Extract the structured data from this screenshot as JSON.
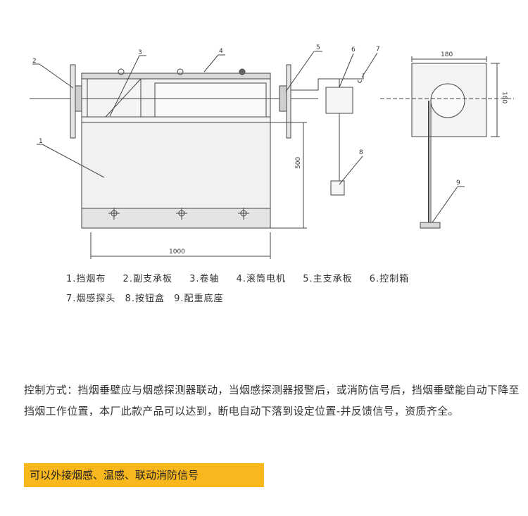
{
  "diagram": {
    "callouts": [
      "1",
      "2",
      "3",
      "4",
      "5",
      "6",
      "7",
      "8",
      "9"
    ],
    "dimensions": {
      "width_main": "1000",
      "height_main": "500",
      "side_width": "180",
      "side_height": "180"
    }
  },
  "legend": {
    "row1": [
      "1.挡烟布",
      "2.副支承板",
      "3.卷轴",
      "4.滚筒电机",
      "5.主支承板",
      "6.控制箱"
    ],
    "row2": [
      "7.烟感探头",
      "8.按钮盒",
      "9.配重底座"
    ]
  },
  "description": "控制方式：挡烟垂壁应与烟感探测器联动，当烟感探测器报警后，或消防信号后，挡烟垂壁能自动下降至挡烟工作位置，本厂此款产品可以达到，断电自动下落到设定位置-并反馈信号，资质齐全。",
  "highlight": "可以外接烟感、温感、联动消防信号",
  "colors": {
    "highlight_bg": "#f7b71d",
    "line": "#444444"
  }
}
